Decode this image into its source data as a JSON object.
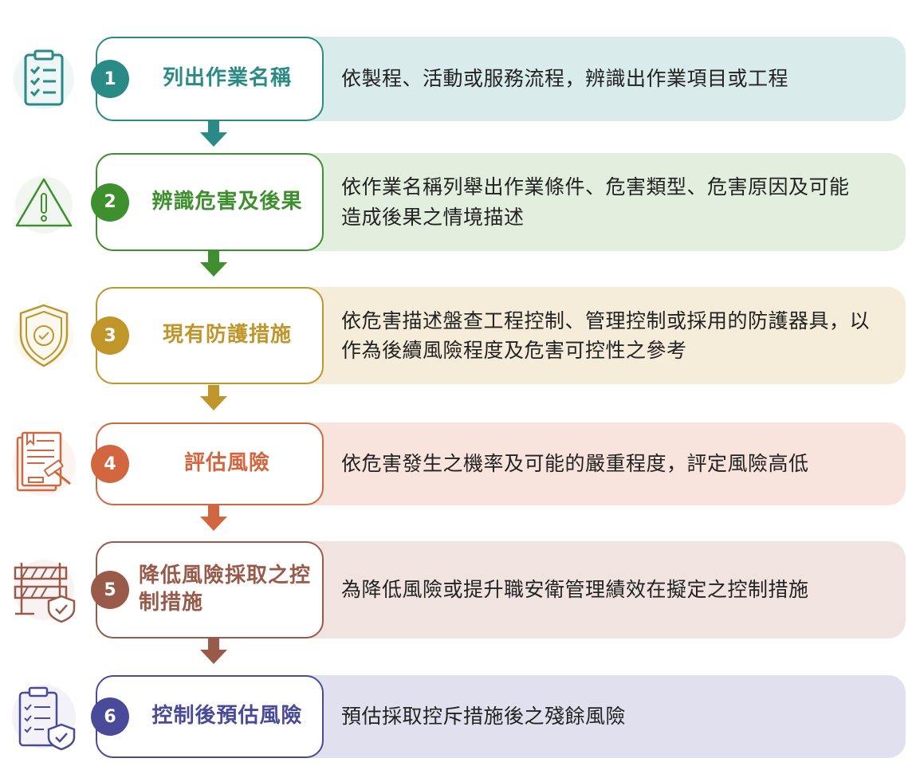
{
  "steps": [
    {
      "number": "1",
      "title": "列出作業名稱",
      "description": "依製程、活動或服務流程，辨識出作業項目或工程",
      "color": "#2a8a86",
      "bg": "#d9ebea",
      "icon": "checklist-icon"
    },
    {
      "number": "2",
      "title": "辨識危害及後果",
      "description": "依作業名稱列舉出作業條件、危害類型、危害原因及可能造成後果之情境描述",
      "color": "#3e8f2e",
      "bg": "#e3efde",
      "icon": "warning-icon"
    },
    {
      "number": "3",
      "title": "現有防護措施",
      "description": "依危害描述盤查工程控制、管理控制或採用的防護器具，以作為後續風險程度及危害可控性之參考",
      "color": "#c0962a",
      "bg": "#f6ecda",
      "icon": "shield-check-icon"
    },
    {
      "number": "4",
      "title": "評估風險",
      "description": "依危害發生之機率及可能的嚴重程度，評定風險高低",
      "color": "#d2673f",
      "bg": "#f8e4dc",
      "icon": "document-gavel-icon"
    },
    {
      "number": "5",
      "title": "降低風險採取之控制措施",
      "description": "為降低風險或提升職安衛管理績效在擬定之控制措施",
      "color": "#9a5a4a",
      "bg": "#f1e3df",
      "icon": "barrier-shield-icon"
    },
    {
      "number": "6",
      "title": "控制後預估風險",
      "description": "預估採取控斥措施後之殘餘風險",
      "color": "#4a4a9a",
      "bg": "#e0e0ee",
      "icon": "clipboard-shield-icon"
    }
  ]
}
